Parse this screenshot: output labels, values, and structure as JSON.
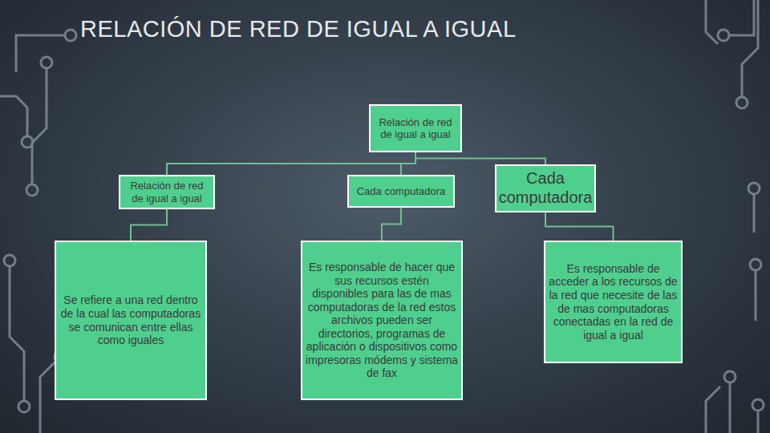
{
  "diagram": {
    "title": "RELACIÓN DE RED DE IGUAL A IGUAL",
    "nodes": [
      {
        "text": [
          "Relación de red de igual a igual"
        ]
      },
      {
        "text": [
          "Relación de red de igual a igual"
        ]
      },
      {
        "text": [
          "Cada computadora"
        ]
      },
      {
        "text": [
          "Cada computadora"
        ]
      },
      {
        "text": [
          "Se refiere a una red dentro de la cual las computadoras se comunican entre ellas como iguales"
        ]
      },
      {
        "text": [
          "Es responsable de hacer que sus recursos estén disponibles para las de mas computadoras de la red estos archivos pueden ser directorios, programas de aplicación o dispositivos como impresoras módems y sistema de fax"
        ]
      },
      {
        "text": [
          "Es responsable de acceder a los recursos de la red que necesite de las de mas computadoras conectadas en la red de igual a igual"
        ]
      }
    ],
    "edges": [
      {
        "from": 0,
        "to": 1,
        "arrow": "none"
      },
      {
        "from": 0,
        "to": 2,
        "arrow": "none"
      },
      {
        "from": 0,
        "to": 3,
        "arrow": "none"
      },
      {
        "from": 1,
        "to": 4,
        "arrow": "none"
      },
      {
        "from": 2,
        "to": 5,
        "arrow": "none"
      },
      {
        "from": 3,
        "to": 6,
        "arrow": "none"
      }
    ]
  }
}
